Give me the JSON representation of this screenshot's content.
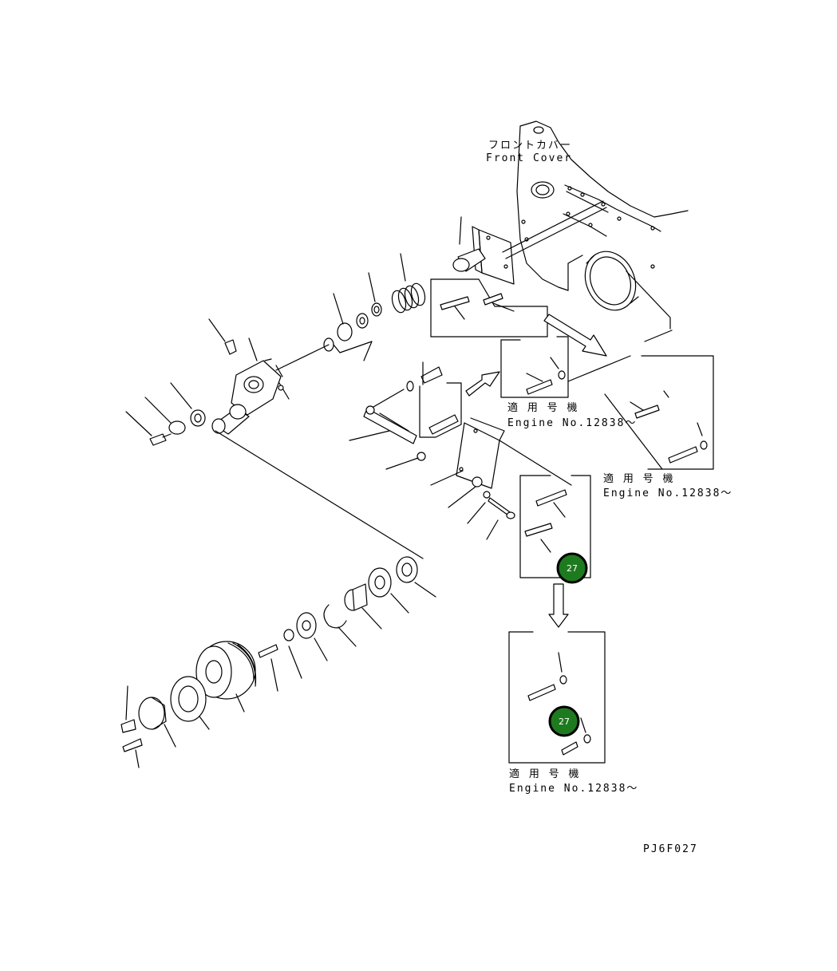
{
  "labels": {
    "front_cover_jp": "フロントカバー",
    "front_cover_en": "Front Cover",
    "applicable_jp": "適 用 号 機",
    "engine_no": "Engine No.12838〜",
    "figure_code": "PJ6F027"
  },
  "callouts": [
    {
      "id": "27"
    },
    {
      "id": "27"
    }
  ],
  "colors": {
    "callout_fill": "#1e7a1e",
    "callout_ring": "#000000",
    "line": "#000000",
    "background": "#ffffff"
  }
}
